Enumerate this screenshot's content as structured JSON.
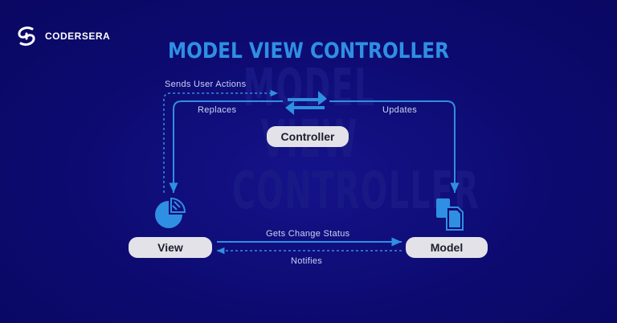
{
  "brand": {
    "name": "CODERSERA"
  },
  "title": "MODEL VIEW CONTROLLER",
  "watermark": "MODEL VIEW CONTROLLER",
  "nodes": {
    "controller": "Controller",
    "view": "View",
    "model": "Model"
  },
  "edges": {
    "sends_user_actions": "Sends User Actions",
    "replaces": "Replaces",
    "updates": "Updates",
    "gets_change_status": "Gets Change Status",
    "notifies": "Notifies"
  },
  "icons": {
    "controller": "swap-arrows-icon",
    "view": "pie-chart-icon",
    "model": "documents-icon",
    "logo": "codersera-logo-icon"
  },
  "colors": {
    "background": "#0c0a6e",
    "accent": "#2f8fe3",
    "pill": "#e2e2e8",
    "label": "#c9d3f4"
  }
}
